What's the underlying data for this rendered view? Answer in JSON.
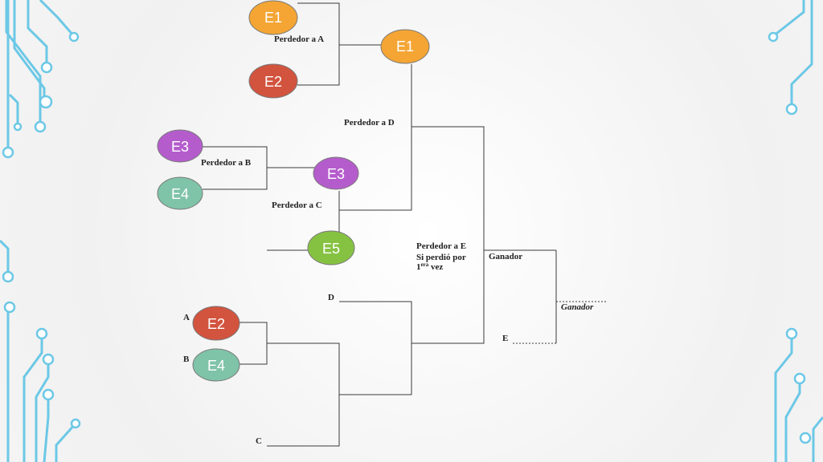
{
  "nodes": {
    "e1_top": {
      "label": "E1",
      "color": "#f4a534"
    },
    "e2_top": {
      "label": "E2",
      "color": "#d2533e"
    },
    "e1_mid": {
      "label": "E1",
      "color": "#f4a534"
    },
    "e3_left": {
      "label": "E3",
      "color": "#b55ccd"
    },
    "e4_left": {
      "label": "E4",
      "color": "#7fc3a8"
    },
    "e3_mid": {
      "label": "E3",
      "color": "#b55ccd"
    },
    "e5": {
      "label": "E5",
      "color": "#86c242"
    },
    "e2_low": {
      "label": "E2",
      "color": "#d2533e"
    },
    "e4_low": {
      "label": "E4",
      "color": "#7fc3a8"
    }
  },
  "labels": {
    "perdedor_a": "Perdedor a A",
    "perdedor_d": "Perdedor a D",
    "perdedor_b": "Perdedor a B",
    "perdedor_c": "Perdedor a C",
    "perdedor_e_line1": "Perdedor a E",
    "perdedor_e_line2": "Si perdió por",
    "perdedor_e_line3_num": "1",
    "perdedor_e_line3_sup": "era",
    "perdedor_e_line3_rest": " vez",
    "ganador": "Ganador",
    "ganador_final": "Ganador",
    "d": "D",
    "e": "E",
    "a": "A",
    "b": "B",
    "c": "C"
  },
  "theme": {
    "circuit_color": "#6cc8e6",
    "line_color": "#3a3a3a"
  }
}
